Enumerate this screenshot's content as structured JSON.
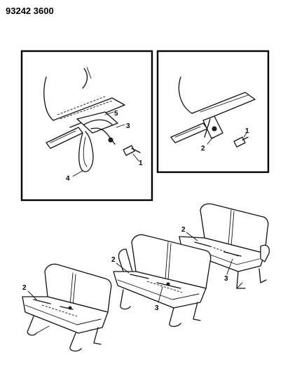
{
  "header": {
    "part_code": "93242 3600"
  },
  "detail_left": {
    "callouts": [
      "1",
      "3",
      "4",
      "5"
    ]
  },
  "detail_right": {
    "callouts": [
      "1",
      "2"
    ]
  },
  "seats": {
    "rear_bench": {
      "callouts": [
        "2",
        "3"
      ]
    },
    "middle_bench": {
      "callouts": [
        "2",
        "3"
      ]
    },
    "front_bench": {
      "callouts": [
        "2"
      ]
    }
  }
}
